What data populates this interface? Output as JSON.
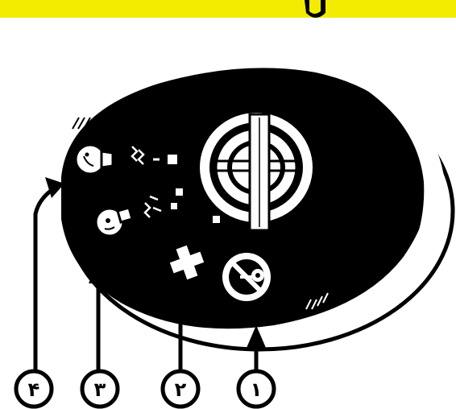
{
  "banner": {
    "color": "#f2ec00"
  },
  "colors": {
    "ink": "#000000",
    "paper": "#ffffff"
  },
  "dial": {
    "icons": [
      "lamp-on-icon",
      "lamp-dim-icon",
      "cross-icon",
      "key-off-icon",
      "rotary-knob"
    ]
  },
  "callouts": [
    {
      "label": "۱",
      "target": "key-off-icon"
    },
    {
      "label": "۲",
      "target": "cross-icon"
    },
    {
      "label": "۳",
      "target": "lamp-dim-icon"
    },
    {
      "label": "۴",
      "target": "lamp-on-icon"
    }
  ]
}
